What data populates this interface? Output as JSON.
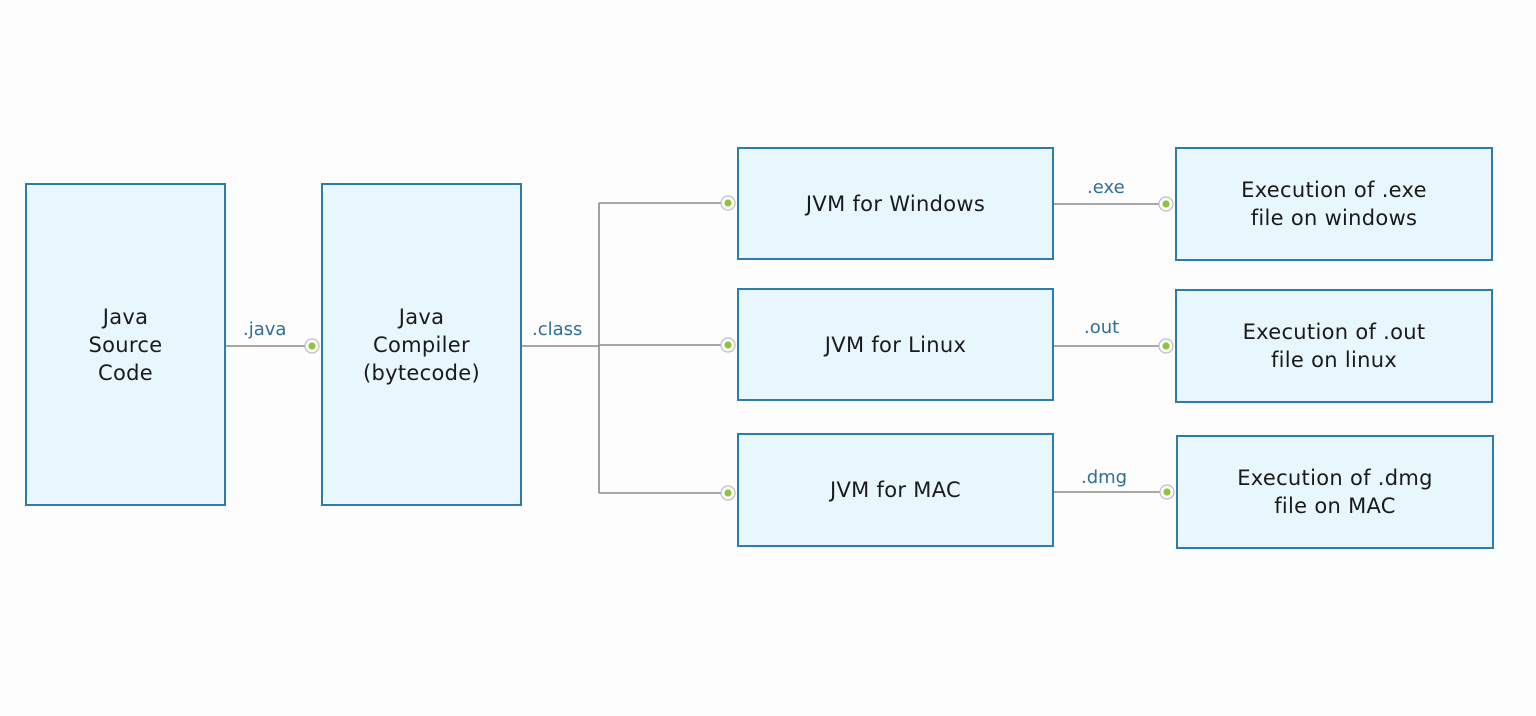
{
  "colors": {
    "box_fill": "#e8f6fd",
    "box_border": "#2e7cad",
    "connector": "#8c8c8c",
    "connector_dot": "#8cc63f",
    "edge_label": "#2e6f9a"
  },
  "nodes": {
    "source": "Java\nSource\nCode",
    "compiler": "Java\nCompiler\n(bytecode)",
    "jvm_windows": "JVM for Windows",
    "jvm_linux": "JVM for Linux",
    "jvm_mac": "JVM for MAC",
    "exec_windows": "Execution of .exe\nfile on windows",
    "exec_linux": "Execution of .out\nfile on linux",
    "exec_mac": "Execution of .dmg\nfile on MAC"
  },
  "edges": {
    "java": ".java",
    "class": ".class",
    "exe": ".exe",
    "out": ".out",
    "dmg": ".dmg"
  }
}
